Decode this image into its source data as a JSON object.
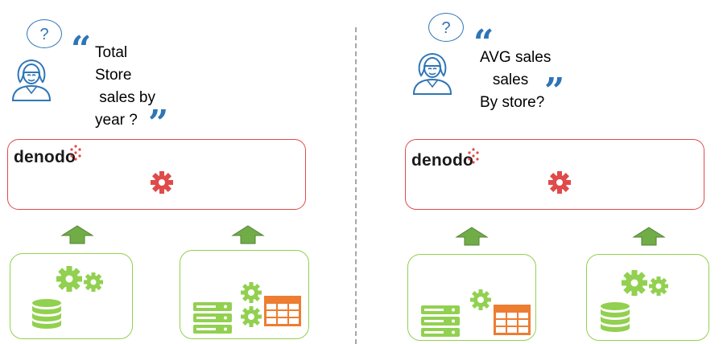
{
  "colors": {
    "accent_blue": "#2e75b6",
    "denodo_red": "#e04a4a",
    "source_green": "#92d050",
    "arrow_green": "#70ad47",
    "table_orange": "#ed7d31"
  },
  "left_panel": {
    "question_mark": "?",
    "question_lines": [
      "Total",
      "Store",
      " sales by",
      "year ?"
    ],
    "logo": "denodo"
  },
  "right_panel": {
    "question_mark": "?",
    "question_lines": [
      "AVG sales",
      "   sales",
      "By store?"
    ],
    "logo": "denodo"
  },
  "icons": [
    "question-bubble-icon",
    "user-icon",
    "quote-open-icon",
    "quote-close-icon",
    "gear-icon",
    "database-icon",
    "server-icon",
    "table-icon",
    "up-arrow-icon"
  ]
}
